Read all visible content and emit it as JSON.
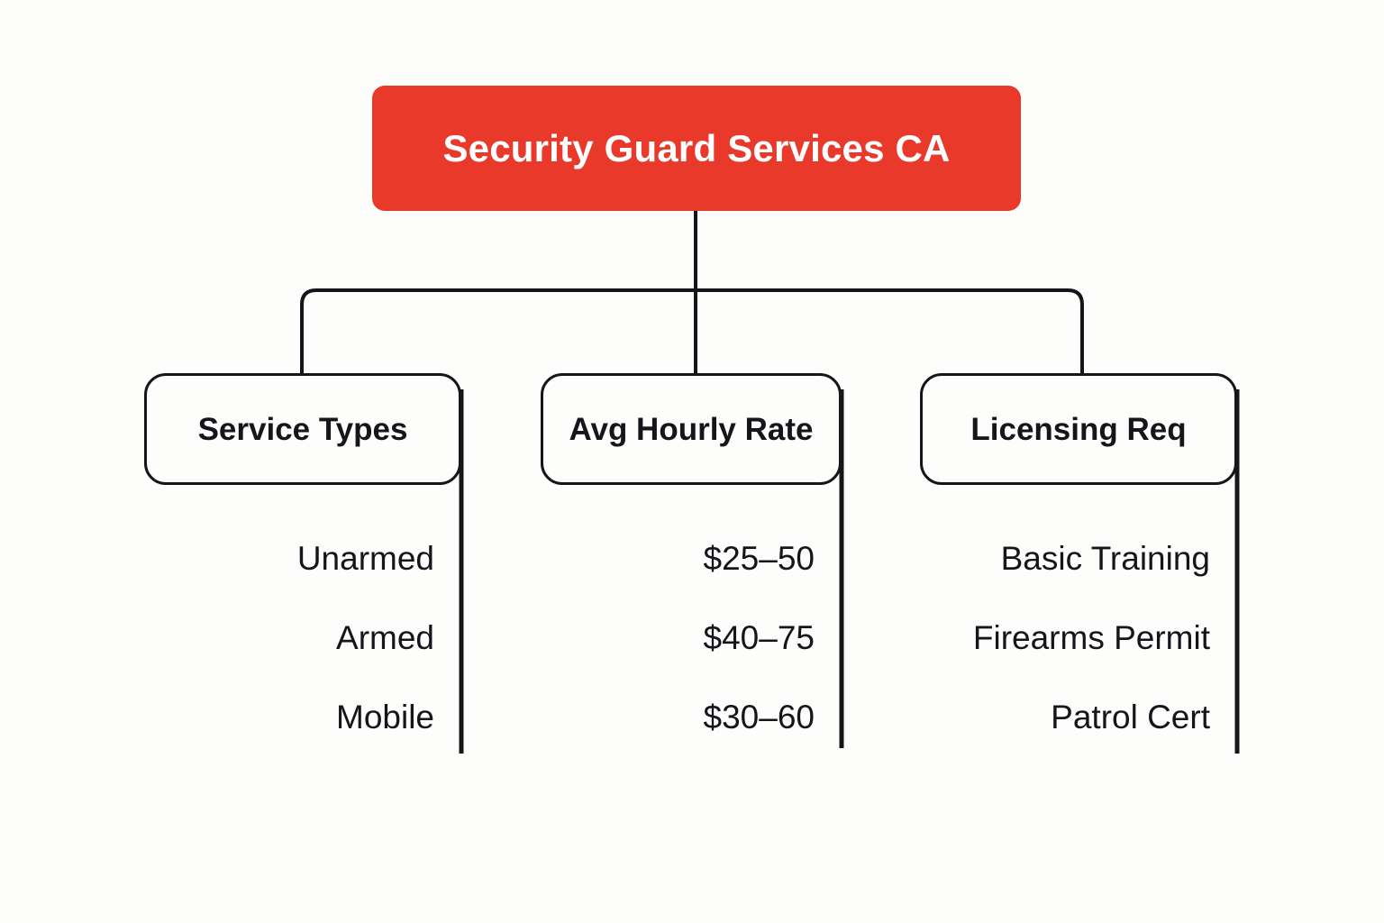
{
  "diagram": {
    "type": "org-chart",
    "background_color": "#fdfdfb",
    "accent_color": "#e9392b",
    "line_color": "#14161c",
    "root": {
      "label": "Security Guard Services CA"
    },
    "branches": [
      {
        "label": "Service Types",
        "items": [
          "Unarmed",
          "Armed",
          "Mobile"
        ]
      },
      {
        "label": "Avg Hourly Rate",
        "items": [
          "$25–50",
          "$40–75",
          "$30–60"
        ]
      },
      {
        "label": "Licensing Req",
        "items": [
          "Basic Training",
          "Firearms Permit",
          "Patrol Cert"
        ]
      }
    ]
  }
}
